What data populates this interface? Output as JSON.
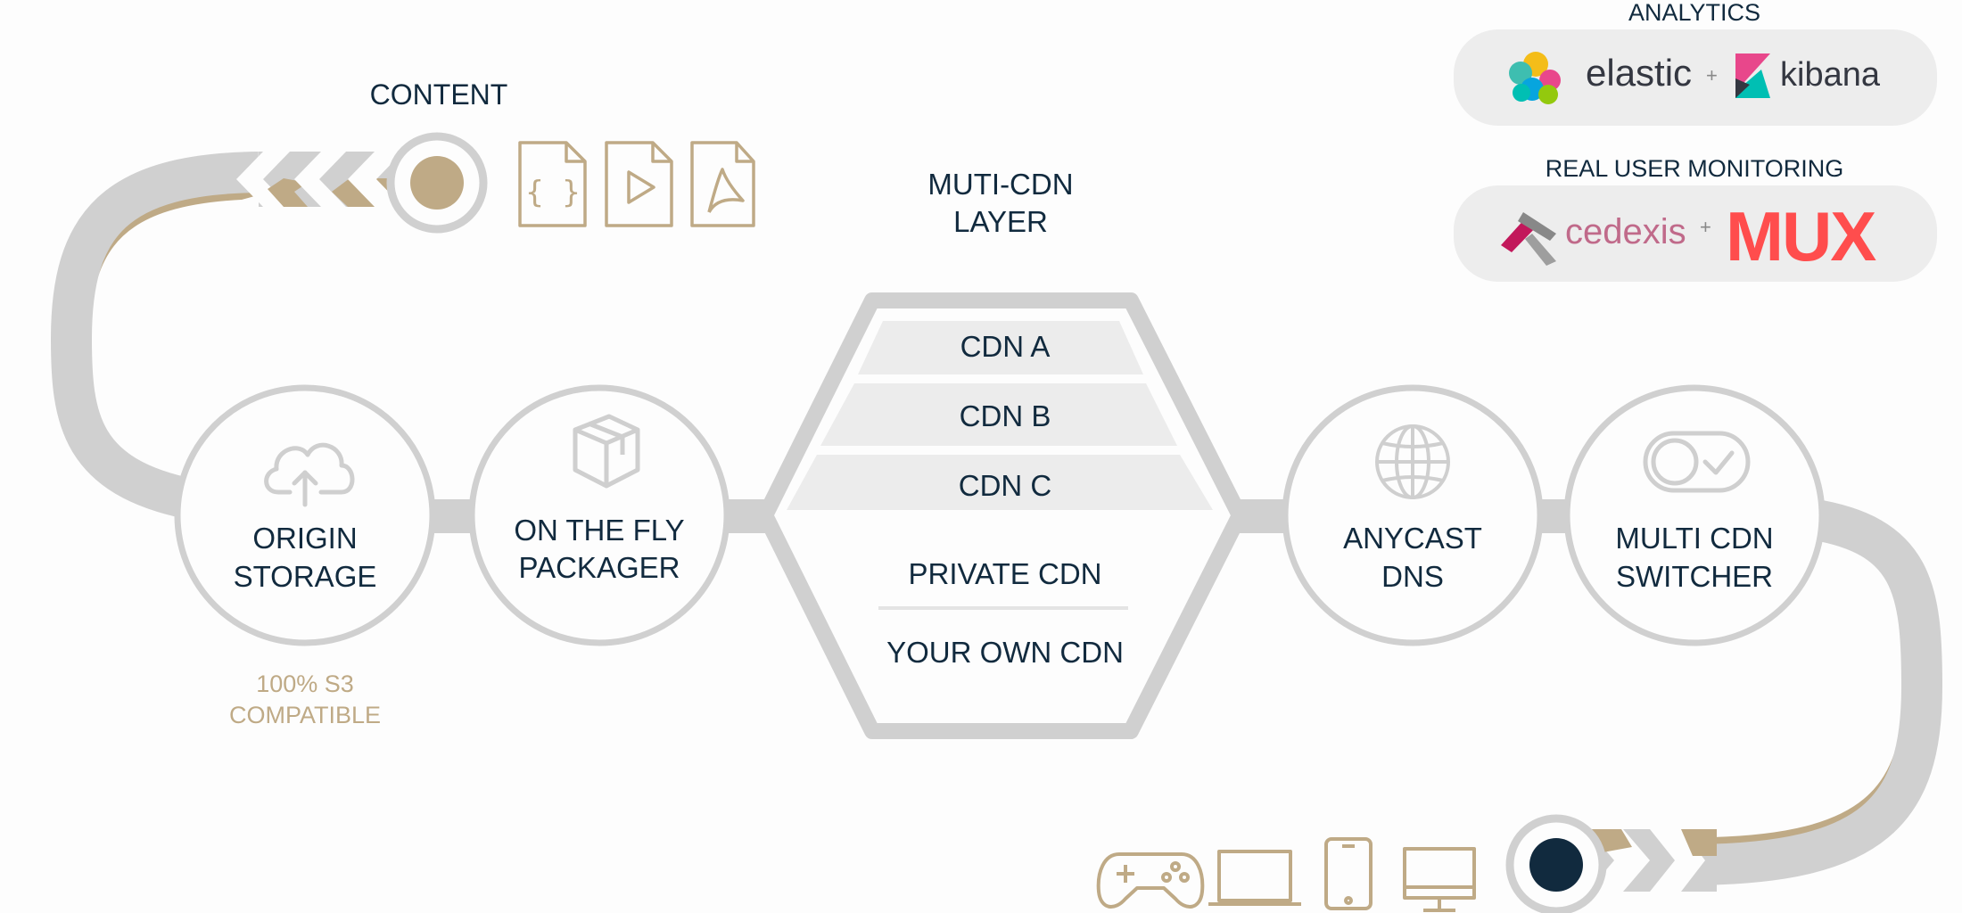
{
  "content": {
    "title": "CONTENT"
  },
  "multi_cdn": {
    "title_line1": "MUTI-CDN",
    "title_line2": "LAYER",
    "tiers": [
      "CDN A",
      "CDN B",
      "CDN C"
    ],
    "private": "PRIVATE CDN",
    "own": "YOUR OWN CDN"
  },
  "nodes": {
    "origin": {
      "line1": "ORIGIN",
      "line2": "STORAGE",
      "caption1": "100% S3",
      "caption2": "COMPATIBLE"
    },
    "packager": {
      "line1": "ON THE FLY",
      "line2": "PACKAGER"
    },
    "anycast": {
      "line1": "ANYCAST",
      "line2": "DNS"
    },
    "switcher": {
      "line1": "MULTI CDN",
      "line2": "SWITCHER"
    }
  },
  "analytics": {
    "title": "ANALYTICS",
    "left": "elastic",
    "plus": "+",
    "right": "kibana"
  },
  "rum": {
    "title": "REAL USER MONITORING",
    "left": "cedexis",
    "plus": "+",
    "right": "MUX"
  },
  "icons": {
    "content": [
      "json-file-icon",
      "video-file-icon",
      "pdf-file-icon"
    ],
    "nodes": [
      "cloud-upload-icon",
      "package-box-icon",
      "globe-icon",
      "toggle-switch-icon"
    ],
    "devices": [
      "gamepad-icon",
      "laptop-icon",
      "smartphone-icon",
      "desktop-monitor-icon"
    ]
  },
  "colors": {
    "track": "#cfcfcf",
    "gold": "#bfaa86",
    "navy": "#112a3e",
    "hex_fill": "#ececec",
    "pill": "#ededed"
  }
}
